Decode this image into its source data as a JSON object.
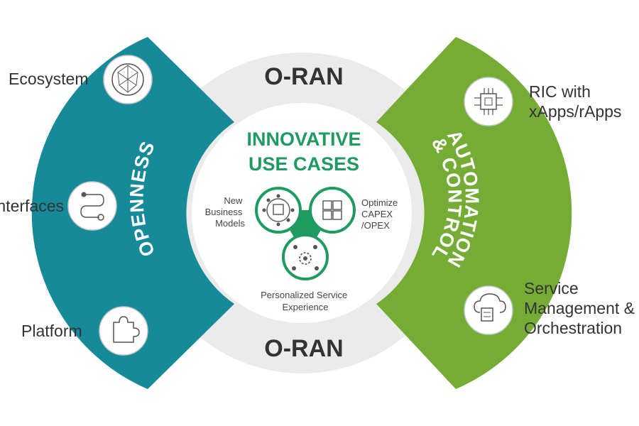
{
  "oran": {
    "top": "O-RAN",
    "bottom": "O-RAN"
  },
  "openness": {
    "label": "OPENNESS",
    "color": "#168a99"
  },
  "automation": {
    "line1": "AUTOMATION",
    "line2": "& CONTROL",
    "color": "#74ac35"
  },
  "center": {
    "title_line1": "INNOVATIVE",
    "title_line2": "USE CASES",
    "title_color": "#1f9b62",
    "new_business_models": [
      "New",
      "Business",
      "Models"
    ],
    "optimize": [
      "Optimize",
      "CAPEX",
      "/OPEX"
    ],
    "personalized": [
      "Personalized Service",
      "Experience"
    ]
  },
  "left_items": [
    {
      "label": "Ecosystem",
      "icon": "globe-mesh-icon"
    },
    {
      "label": "Interfaces",
      "icon": "path-nodes-icon"
    },
    {
      "label": "Platform",
      "icon": "puzzle-icon"
    }
  ],
  "right_items": [
    {
      "lines": [
        "RIC with",
        "xApps/rApps"
      ],
      "icon": "chip-icon"
    },
    {
      "lines": [
        "Service",
        "Management &",
        "Orchestration"
      ],
      "icon": "cloud-server-icon"
    }
  ],
  "colors": {
    "ring": "#ebebeb",
    "text": "#333333",
    "green": "#1f9b62"
  }
}
